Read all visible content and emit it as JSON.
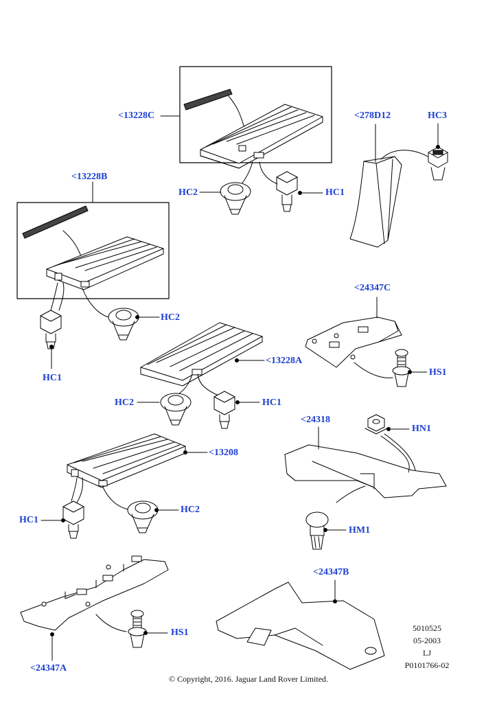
{
  "callouts": {
    "c13228C": "<13228C",
    "c278D12": "<278D12",
    "hc3_top": "HC3",
    "hc2_top": "HC2",
    "hc1_top": "HC1",
    "c13228B": "<13228B",
    "hc2_left": "HC2",
    "hc1_left": "HC1",
    "c24347C": "<24347C",
    "hs1_right": "HS1",
    "c13228A": "<13228A",
    "hc2_mid": "HC2",
    "hc1_mid": "HC1",
    "c24318": "<24318",
    "hn1": "HN1",
    "c13208": "<13208",
    "hc1_lower": "HC1",
    "hc2_lower": "HC2",
    "hm1": "HM1",
    "c24347B": "<24347B",
    "hs1_left": "HS1",
    "c24347A": "<24347A"
  },
  "meta": {
    "line1": "5010525",
    "line2": "05-2003",
    "line3": "LJ",
    "line4": "P0101766-02"
  },
  "copyright": "© Copyright, 2016. Jaguar Land Rover Limited."
}
